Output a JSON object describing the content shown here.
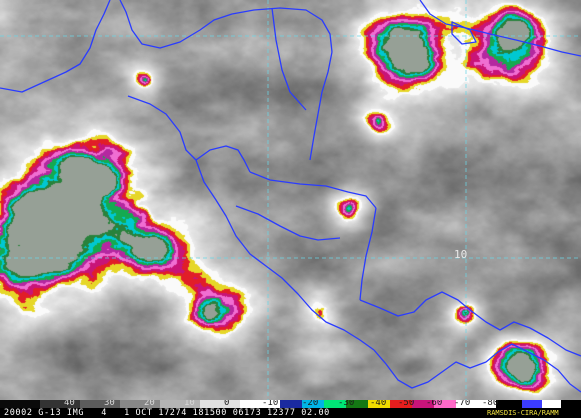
{
  "image": {
    "gridline_label": "10",
    "map_features": [
      "cloud-top-temperature-field",
      "country-borders",
      "coastlines",
      "lat-lon-grid"
    ]
  },
  "colorbar": {
    "ticks": [
      "40",
      "30",
      "20",
      "10",
      "0",
      "-10",
      "-20",
      "-30",
      "-40",
      "-50",
      "-60",
      "-70",
      "-80"
    ],
    "colors": [
      "#0a0a0a",
      "#333333",
      "#5c5c5c",
      "#888888",
      "#b4b4b4",
      "#e0e0e0",
      "#ffffff",
      "#1a2aa0",
      "#00b4e6",
      "#00e676",
      "#147814",
      "#f0dc00",
      "#e61e1e",
      "#c8147a",
      "#ff69c8",
      "#ffffff",
      "#000000",
      "#3c3cff",
      "#ffffff"
    ]
  },
  "caption": {
    "text": "20002 G-13 IMG   4   1 OCT 17274 181500 06173 12377 02.00",
    "credit": "RAMSDIS-CIRA/RAMM"
  },
  "colors": {
    "border_line": "#2a3cff",
    "grid_line": "#6ad6e6",
    "caption_text": "#ffffff",
    "credit_text": "#f0e040"
  }
}
